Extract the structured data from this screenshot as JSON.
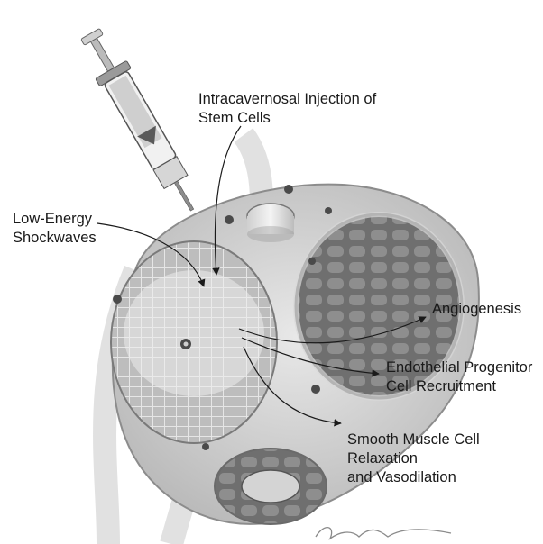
{
  "labels": {
    "injection": [
      "Intracavernosal Injection of",
      "Stem Cells"
    ],
    "shockwaves": [
      "Low-Energy",
      "Shockwaves"
    ],
    "angiogenesis": [
      "Angiogenesis"
    ],
    "epc": [
      "Endothelial Progenitor",
      "Cell Recruitment"
    ],
    "smc": [
      "Smooth Muscle Cell",
      "Relaxation",
      "and Vasodilation"
    ]
  },
  "colors": {
    "tissue_outer": "#cfcfcf",
    "tissue_inner": "#e4e4e4",
    "mesh": "#8a8a8a",
    "line": "#1a1a1a"
  }
}
